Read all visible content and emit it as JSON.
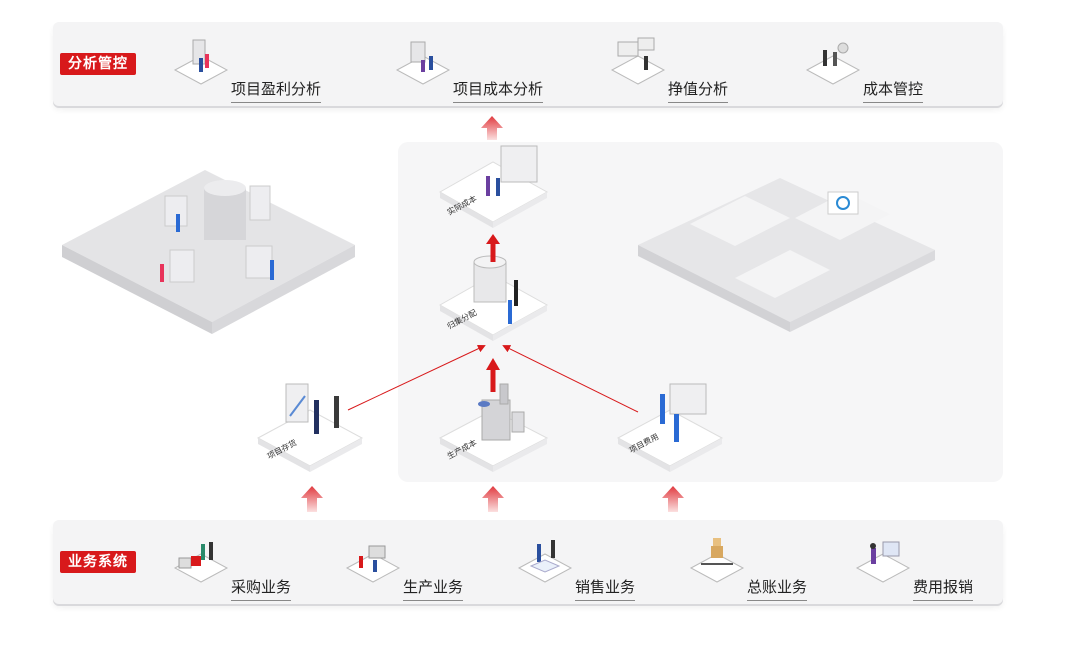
{
  "top_bar": {
    "tag": "分析管控",
    "items": [
      {
        "label": "项目盈利分析"
      },
      {
        "label": "项目成本分析"
      },
      {
        "label": "挣值分析"
      },
      {
        "label": "成本管控"
      }
    ]
  },
  "bottom_bar": {
    "tag": "业务系统",
    "items": [
      {
        "label": "采购业务"
      },
      {
        "label": "生产业务"
      },
      {
        "label": "销售业务"
      },
      {
        "label": "总账业务"
      },
      {
        "label": "费用报销"
      }
    ]
  },
  "nodes": {
    "actual_cost": "实际成本",
    "allocation": "归集分配",
    "project_inventory": "项目存货",
    "production_cost": "生产成本",
    "project_expense": "项目费用"
  },
  "colors": {
    "accent": "#d8191b",
    "arrow": "#e0454a"
  }
}
